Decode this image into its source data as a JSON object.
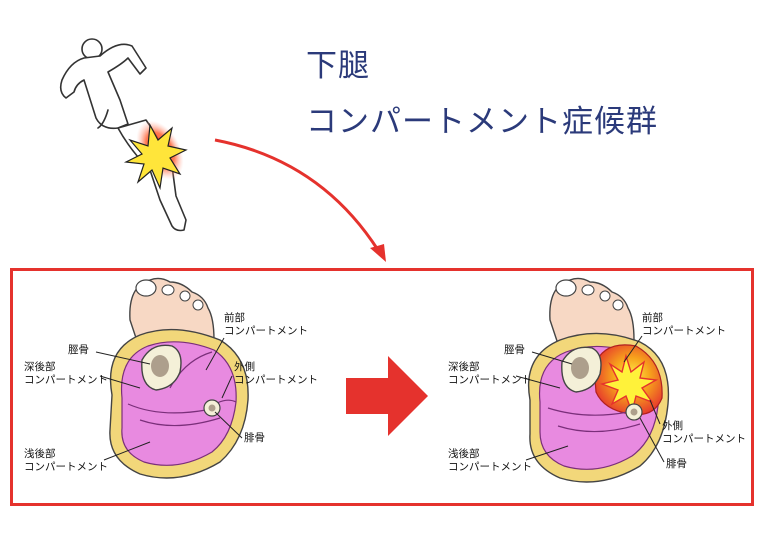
{
  "title": {
    "line1": "下腿",
    "line2": "コンパートメント症候群"
  },
  "colors": {
    "accent_red": "#e5322d",
    "title_blue": "#2b3a7a",
    "muscle_pink": "#e88ae0",
    "skin_yellow": "#f2d77a",
    "swelling_orange": "#f4a020"
  },
  "before": {
    "tibia": "脛骨",
    "anterior": [
      "前部",
      "コンパートメント"
    ],
    "deep_posterior": [
      "深後部",
      "コンパートメント"
    ],
    "lateral": [
      "外側",
      "コンパートメント"
    ],
    "fibula": "腓骨",
    "superficial_posterior": [
      "浅後部",
      "コンパートメント"
    ]
  },
  "after": {
    "tibia": "脛骨",
    "anterior": [
      "前部",
      "コンパートメント"
    ],
    "deep_posterior": [
      "深後部",
      "コンパートメント"
    ],
    "lateral": [
      "外側",
      "コンパートメント"
    ],
    "fibula": "腓骨",
    "superficial_posterior": [
      "浅後部",
      "コンパートメント"
    ]
  }
}
